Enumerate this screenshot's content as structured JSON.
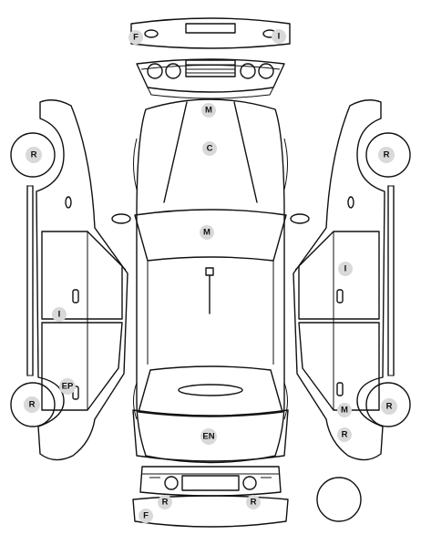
{
  "markers": [
    {
      "code": "F"
    },
    {
      "code": "I"
    },
    {
      "code": "M"
    },
    {
      "code": "C"
    },
    {
      "code": "M"
    },
    {
      "code": "R"
    },
    {
      "code": "I"
    },
    {
      "code": "EP"
    },
    {
      "code": "R"
    },
    {
      "code": "R"
    },
    {
      "code": "I"
    },
    {
      "code": "M"
    },
    {
      "code": "R"
    },
    {
      "code": "R"
    },
    {
      "code": "EN"
    },
    {
      "code": "R"
    },
    {
      "code": "R"
    },
    {
      "code": "F"
    }
  ],
  "colors": {
    "stroke": "#111111",
    "badge": "#d9d9d9",
    "background": "#ffffff"
  }
}
